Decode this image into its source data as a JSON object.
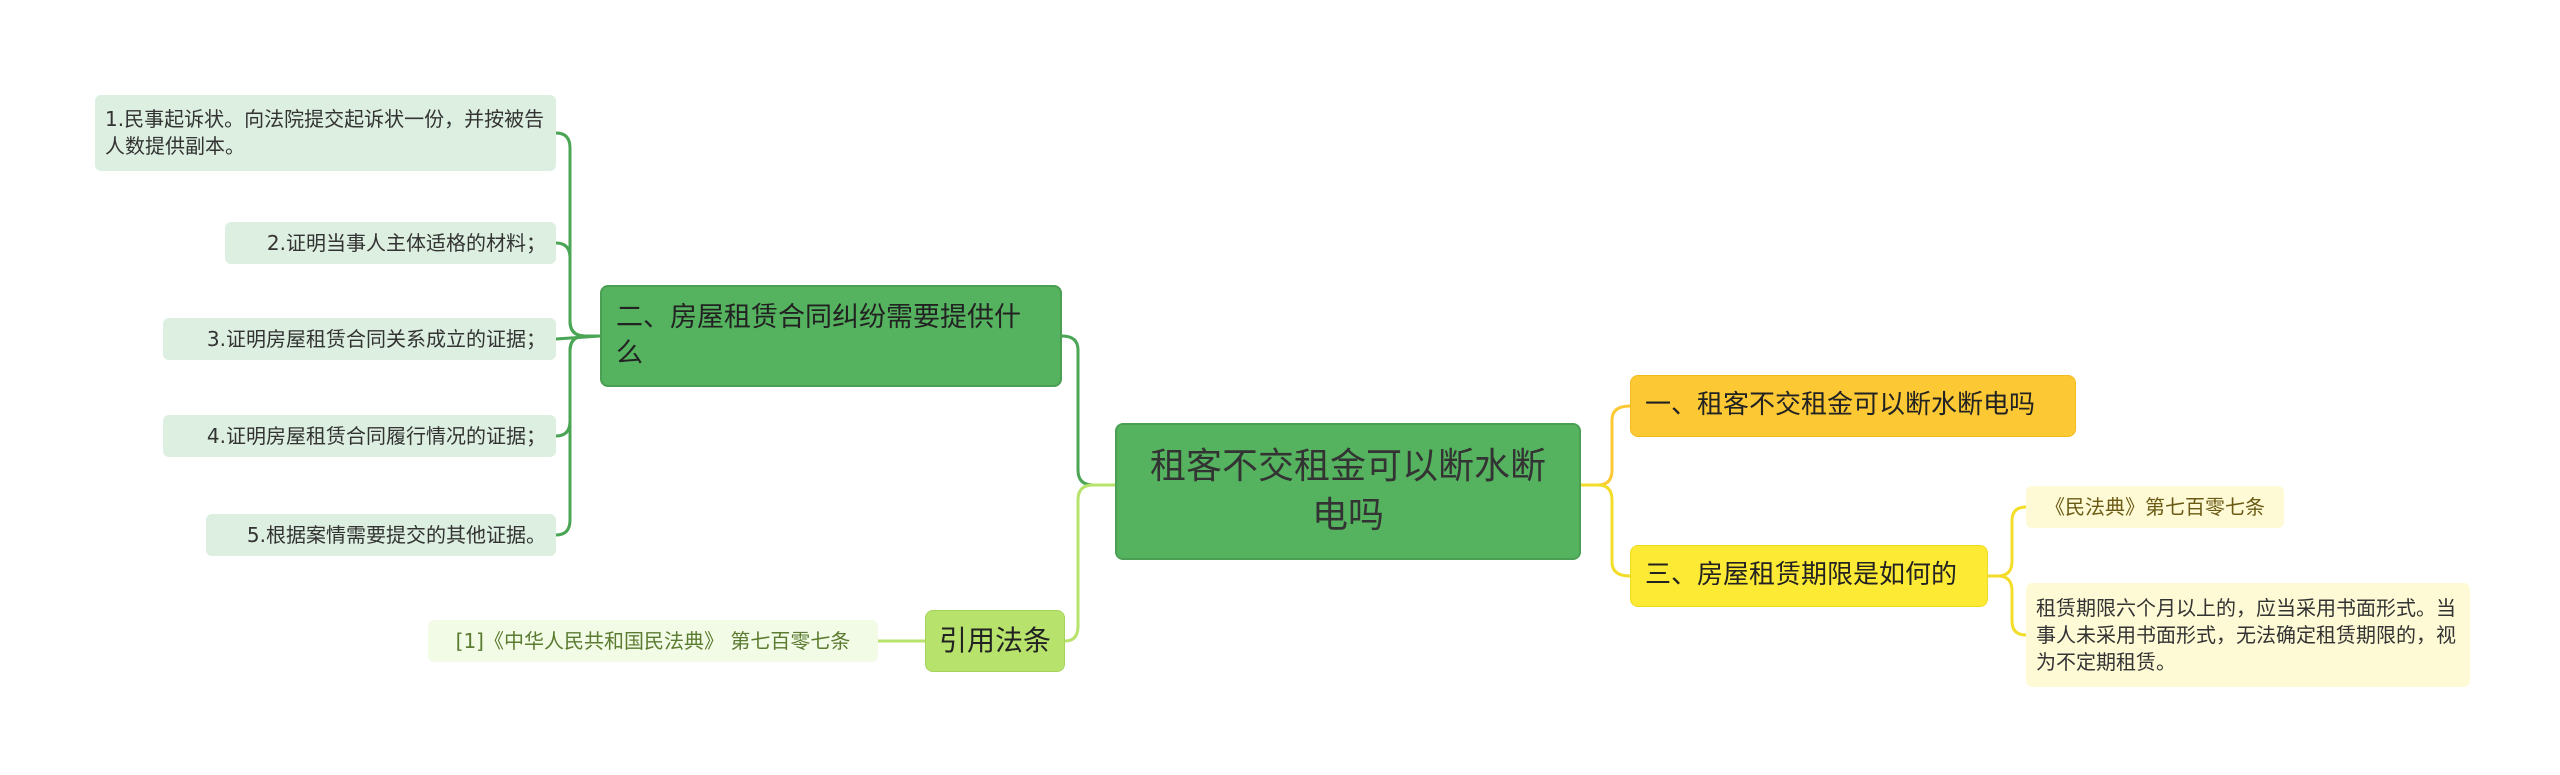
{
  "center": {
    "text": "租客不交租金可以断水断电吗"
  },
  "branch_evidence": {
    "title": "二、房屋租赁合同纠纷需要提供什么",
    "items": [
      "1.民事起诉状。向法院提交起诉状一份，并按被告人数提供副本。",
      "2.证明当事人主体适格的材料；",
      "3.证明房屋租赁合同关系成立的证据；",
      "4.证明房屋租赁合同履行情况的证据；",
      "5.根据案情需要提交的其他证据。"
    ]
  },
  "branch_law": {
    "title": "引用法条",
    "items": [
      "[1]《中华人民共和国民法典》 第七百零七条"
    ]
  },
  "branch_one": {
    "title": "一、租客不交租金可以断水断电吗"
  },
  "branch_three": {
    "title": "三、房屋租赁期限是如何的",
    "citation": "《民法典》第七百零七条",
    "content": "租赁期限六个月以上的，应当采用书面形式。当事人未采用书面形式，无法确定租赁期限的，视为不定期租赁。"
  },
  "colors": {
    "green": "#55b25f",
    "lime": "#b7e36c",
    "orange": "#fcc935",
    "yellow": "#fcea35",
    "green_line": "#4aa555",
    "lime_line": "#b7e36c",
    "orange_line": "#fcc935",
    "yellow_line": "#f2de2a"
  }
}
